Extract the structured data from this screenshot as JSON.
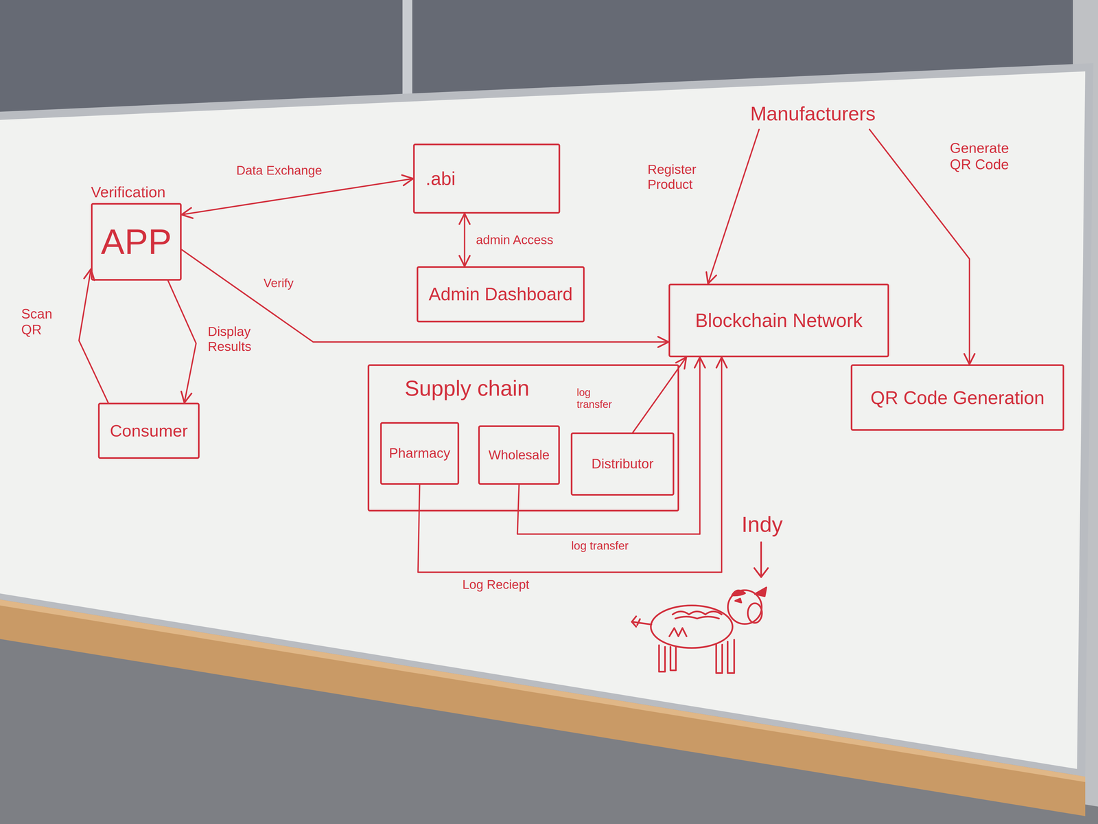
{
  "diagram": {
    "nodes": [
      {
        "text": [
          "Manufacturers"
        ]
      },
      {
        "text": [
          ".abi"
        ]
      },
      {
        "text": [
          "Verification",
          "APP"
        ]
      },
      {
        "text": [
          "Admin Dashboard"
        ]
      },
      {
        "text": [
          "Blockchain Network"
        ]
      },
      {
        "text": [
          "Supply chain"
        ]
      },
      {
        "text": [
          "Pharmacy"
        ],
        "in": 5
      },
      {
        "text": [
          "Wholesale"
        ],
        "in": 5
      },
      {
        "text": [
          "Distributor"
        ],
        "in": 5
      },
      {
        "text": [
          "QR Code Generation"
        ]
      },
      {
        "text": [
          "Consumer"
        ]
      }
    ],
    "edges": [
      {
        "from": 2,
        "to": 1,
        "label": "Data Exchange",
        "arrow": "both"
      },
      {
        "from": 1,
        "to": 3,
        "label": "admin Access",
        "arrow": "both"
      },
      {
        "from": 2,
        "to": 4,
        "label": "Verify",
        "arrow": "to"
      },
      {
        "from": 0,
        "to": 4,
        "label": "Register Product",
        "arrow": "to"
      },
      {
        "from": 0,
        "to": 9,
        "label": "Generate QR Code",
        "arrow": "to"
      },
      {
        "from": 10,
        "to": 2,
        "label": "Scan QR",
        "arrow": "to"
      },
      {
        "from": 2,
        "to": 10,
        "label": "Display Results",
        "arrow": "to"
      },
      {
        "from": 8,
        "to": 4,
        "label": "log transfer",
        "arrow": "to"
      },
      {
        "from": 7,
        "to": 4,
        "label": "log transfer",
        "arrow": "to"
      },
      {
        "from": 6,
        "to": 4,
        "label": "Log Reciept",
        "arrow": "to"
      }
    ],
    "labels": [
      "Indy"
    ]
  }
}
